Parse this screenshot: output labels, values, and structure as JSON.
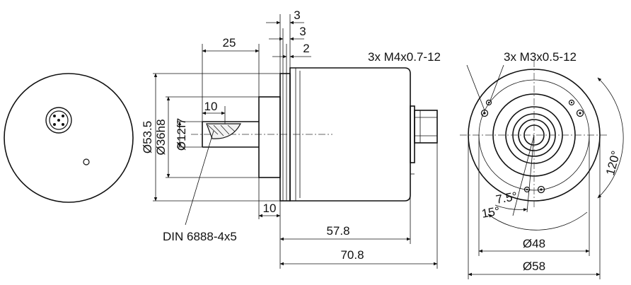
{
  "dimensions": {
    "d_53_5": "Ø53.5",
    "d_36h8": "Ø36h8",
    "d_12f7": "Ø12f7",
    "l_25": "25",
    "l_10_key": "10",
    "l_3_top": "3",
    "l_3_mid": "3",
    "l_2": "2",
    "l_10_flange": "10",
    "l_57_8": "57.8",
    "l_70_8": "70.8",
    "d_48": "Ø48",
    "d_58": "Ø58",
    "a_120": "120°",
    "a_7_5": "7.5°",
    "a_15": "15°"
  },
  "notes": {
    "key": "DIN 6888-4x5",
    "thread_m4": "3x M4x0.7-12",
    "thread_m3": "3x M3x0.5-12"
  }
}
